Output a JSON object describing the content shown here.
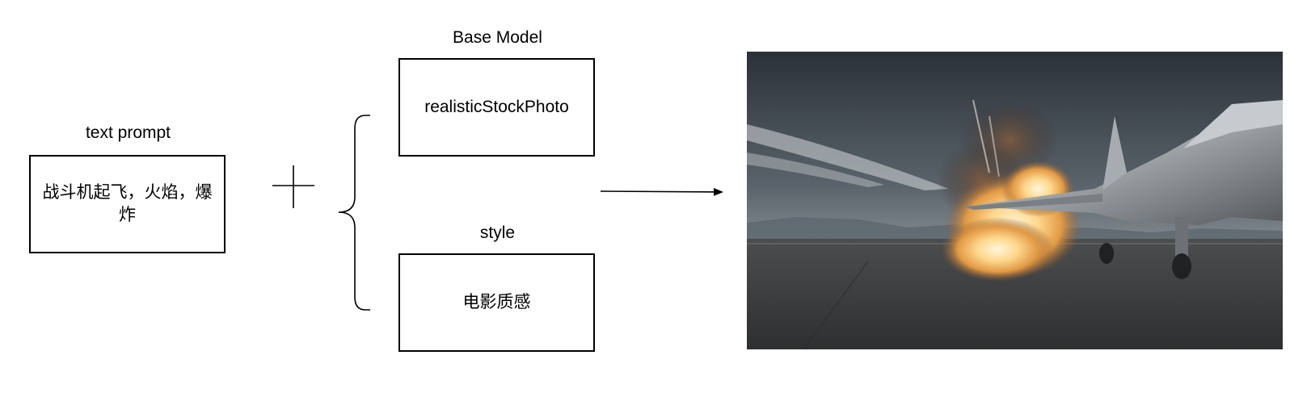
{
  "prompt": {
    "title": "text prompt",
    "text": "战斗机起飞，火焰，爆炸"
  },
  "base_model": {
    "title": "Base Model",
    "value": "realisticStockPhoto"
  },
  "style": {
    "title": "style",
    "value": "电影质感"
  },
  "output_image": {
    "subject": "fighter-jet-explosion-photo"
  }
}
